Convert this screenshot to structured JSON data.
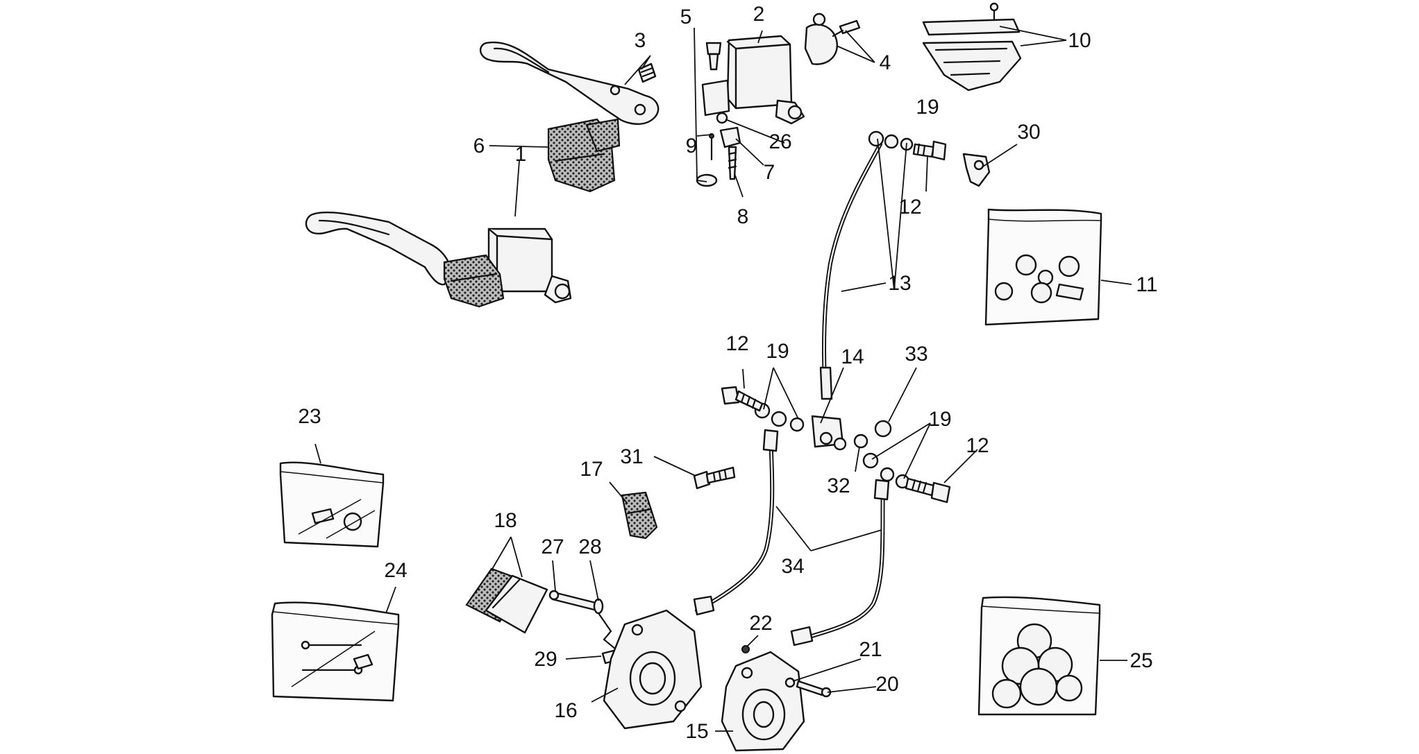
{
  "callouts": [
    {
      "id": "c1",
      "text": "1"
    },
    {
      "id": "c2",
      "text": "2"
    },
    {
      "id": "c3",
      "text": "3"
    },
    {
      "id": "c4",
      "text": "4"
    },
    {
      "id": "c5",
      "text": "5"
    },
    {
      "id": "c6",
      "text": "6"
    },
    {
      "id": "c7",
      "text": "7"
    },
    {
      "id": "c8",
      "text": "8"
    },
    {
      "id": "c9",
      "text": "9"
    },
    {
      "id": "c10",
      "text": "10"
    },
    {
      "id": "c11",
      "text": "11"
    },
    {
      "id": "c12a",
      "text": "12"
    },
    {
      "id": "c12b",
      "text": "12"
    },
    {
      "id": "c12c",
      "text": "12"
    },
    {
      "id": "c13",
      "text": "13"
    },
    {
      "id": "c14",
      "text": "14"
    },
    {
      "id": "c15",
      "text": "15"
    },
    {
      "id": "c16",
      "text": "16"
    },
    {
      "id": "c17",
      "text": "17"
    },
    {
      "id": "c18",
      "text": "18"
    },
    {
      "id": "c19a",
      "text": "19"
    },
    {
      "id": "c19b",
      "text": "19"
    },
    {
      "id": "c19c",
      "text": "19"
    },
    {
      "id": "c20",
      "text": "20"
    },
    {
      "id": "c21",
      "text": "21"
    },
    {
      "id": "c22",
      "text": "22"
    },
    {
      "id": "c23",
      "text": "23"
    },
    {
      "id": "c24",
      "text": "24"
    },
    {
      "id": "c25",
      "text": "25"
    },
    {
      "id": "c26",
      "text": "26"
    },
    {
      "id": "c27",
      "text": "27"
    },
    {
      "id": "c28",
      "text": "28"
    },
    {
      "id": "c29",
      "text": "29"
    },
    {
      "id": "c30",
      "text": "30"
    },
    {
      "id": "c31",
      "text": "31"
    },
    {
      "id": "c32",
      "text": "32"
    },
    {
      "id": "c33",
      "text": "33"
    },
    {
      "id": "c34",
      "text": "34"
    }
  ]
}
